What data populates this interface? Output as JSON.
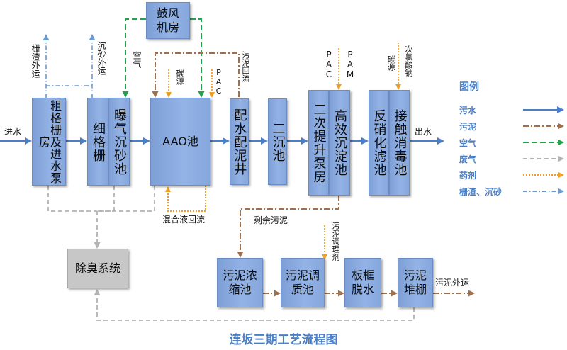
{
  "title": "连坂三期工艺流程图",
  "units": {
    "coarse_screen": "粗格栅及进水泵房",
    "fine_screen": "细格栅",
    "aerated_grit": "曝气沉砂池",
    "aao": "AAO池",
    "distribution_well": "配水配泥井",
    "secondary_clarifier": "二沉池",
    "lift_pump": "二次提升泵房",
    "high_efficiency": "高效沉淀池",
    "denitrification_filter": "反硝化滤池",
    "contact_disinfection": "接触消毒池",
    "blower": "鼓风机房",
    "deodorization": "除臭系统",
    "sludge_thickener": "污泥浓缩池",
    "sludge_conditioning": "污泥调质池",
    "plate_press": "板框脱水",
    "sludge_shed": "污泥堆棚"
  },
  "labels": {
    "inflow": "进水",
    "outflow": "出水",
    "screenings_out": "栅渣外运",
    "grit_out": "沉砂外运",
    "air": "空气",
    "carbon_aao": "碳源",
    "pac_aao": "PAC",
    "sludge_return": "污泥回流",
    "pac_he": "PAC",
    "pam_he": "PAM",
    "carbon_filter": "碳源",
    "hypochlorite": "次氯酸钠",
    "mixed_liquor_return": "混合液回流",
    "excess_sludge": "剩余污泥",
    "sludge_conditioner": "污泥调理剂",
    "sludge_out": "污泥外运"
  },
  "legend": {
    "title": "图例",
    "items": [
      {
        "label": "污水",
        "color": "#4a7fc7",
        "style": "solid"
      },
      {
        "label": "污泥",
        "color": "#a0704e",
        "style": "dashdot"
      },
      {
        "label": "空气",
        "color": "#22a34a",
        "style": "dashed"
      },
      {
        "label": "废气",
        "color": "#b3b3b3",
        "style": "dashed"
      },
      {
        "label": "药剂",
        "color": "#f0a020",
        "style": "dotted"
      },
      {
        "label": "栅渣、沉砂",
        "color": "#6a9ad0",
        "style": "dashdot"
      }
    ]
  }
}
